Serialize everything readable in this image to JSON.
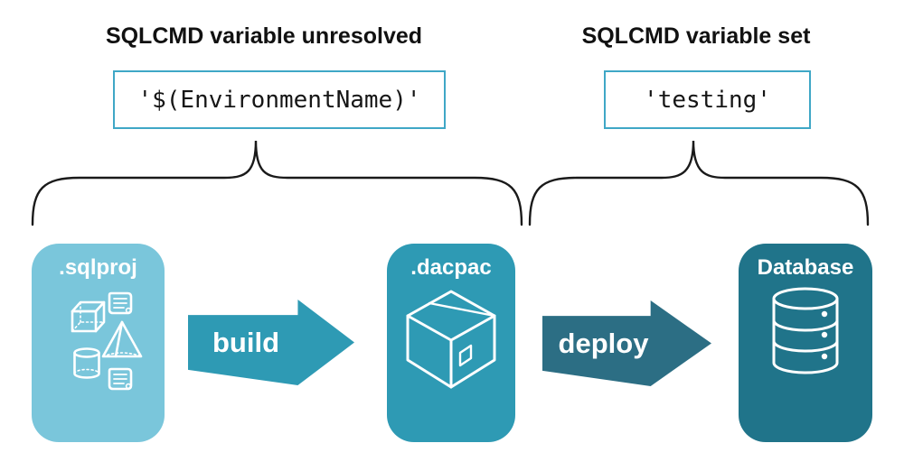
{
  "annotations": {
    "left": {
      "title": "SQLCMD variable unresolved",
      "code": "'$(EnvironmentName)'"
    },
    "right": {
      "title": "SQLCMD variable set",
      "code": "'testing'"
    }
  },
  "pipeline": {
    "nodes": [
      {
        "id": "sqlproj",
        "label": ".sqlproj",
        "icon": "sql-project-objects-icon",
        "color": "#7AC6DB"
      },
      {
        "id": "dacpac",
        "label": ".dacpac",
        "icon": "package-box-icon",
        "color": "#2E9AB4"
      },
      {
        "id": "database",
        "label": "Database",
        "icon": "database-cylinder-icon",
        "color": "#20748A"
      }
    ],
    "arrows": [
      {
        "id": "build",
        "label": "build",
        "color": "#2E9AB4"
      },
      {
        "id": "deploy",
        "label": "deploy",
        "color": "#2C6E84"
      }
    ]
  },
  "colors": {
    "code_box_border": "#3FA7C6",
    "brace_stroke": "#1a1a1a",
    "heading_text": "#111111",
    "icon_stroke": "#ffffff"
  }
}
